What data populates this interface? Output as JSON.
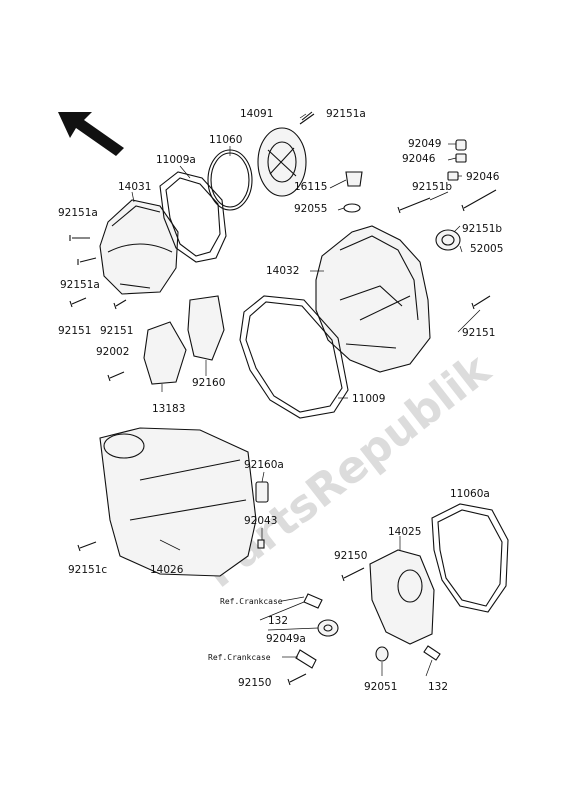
{
  "watermark": "PartsRepublik",
  "labels": {
    "p14091": "14091",
    "p92151a_top": "92151a",
    "p11060": "11060",
    "p11009a": "11009a",
    "p92049": "92049",
    "p92046_a": "92046",
    "p92046_b": "92046",
    "p14031": "14031",
    "p16115": "16115",
    "p92151b_a": "92151b",
    "p92055": "92055",
    "p92151b_b": "92151b",
    "p92151a_left": "92151a",
    "p52005": "52005",
    "p14032": "14032",
    "p92151a_mid": "92151a",
    "p92151_a": "92151",
    "p92151_b": "92151",
    "p92151_right": "92151",
    "p92002": "92002",
    "p92160": "92160",
    "p13183": "13183",
    "p11009": "11009",
    "p92160a": "92160a",
    "p11060a": "11060a",
    "p92043": "92043",
    "p14025": "14025",
    "p92151c": "92151c",
    "p14026": "14026",
    "p92150_top": "92150",
    "p132_left": "132",
    "p92049a": "92049a",
    "p92051": "92051",
    "p132_right": "132",
    "p92150_bottom": "92150",
    "ref_crankcase_1": "Ref.Crankcase",
    "ref_crankcase_2": "Ref.Crankcase"
  }
}
